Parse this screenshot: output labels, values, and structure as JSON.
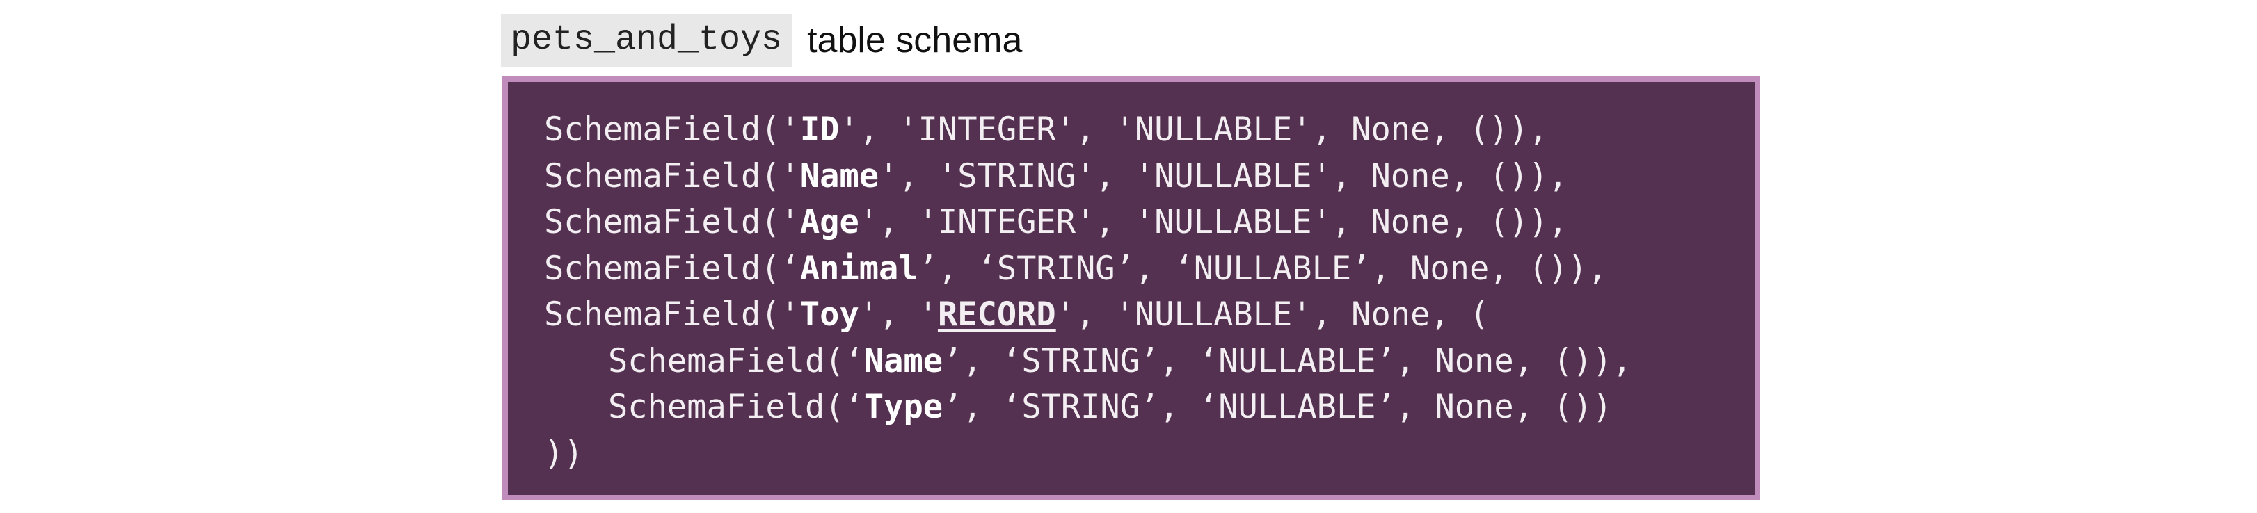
{
  "title": {
    "code": "pets_and_toys",
    "rest": "table schema"
  },
  "colors": {
    "box_background": "#543150",
    "box_border": "#c08cbc",
    "title_code_background": "#e8e8e8"
  },
  "schema": {
    "lines": [
      {
        "prefix": "SchemaField('",
        "name": "ID",
        "type_prefix": "', 'INTEGER",
        "suffix": "', 'NULLABLE', None, ()),"
      },
      {
        "prefix": "SchemaField('",
        "name": "Name",
        "type_prefix": "', 'STRING",
        "suffix": "', 'NULLABLE', None, ()),"
      },
      {
        "prefix": "SchemaField('",
        "name": "Age",
        "type_prefix": "', 'INTEGER",
        "suffix": "', 'NULLABLE', None, ()),"
      },
      {
        "prefix": "SchemaField(‘",
        "name": "Animal",
        "type_prefix": "’, ‘STRING",
        "suffix": "’, ‘NULLABLE’, None, ()),"
      },
      {
        "prefix": "SchemaField('",
        "name": "Toy",
        "mid": "', '",
        "record": "RECORD",
        "suffix": "', 'NULLABLE', None, ("
      },
      {
        "prefix": "SchemaField(‘",
        "name": "Name",
        "type_prefix": "’, ‘STRING",
        "suffix": "’, ‘NULLABLE’, None, ()),"
      },
      {
        "prefix": "SchemaField(‘",
        "name": "Type",
        "type_prefix": "’, ‘STRING",
        "suffix": "’, ‘NULLABLE’, None, ())"
      },
      {
        "text": "))"
      }
    ]
  }
}
